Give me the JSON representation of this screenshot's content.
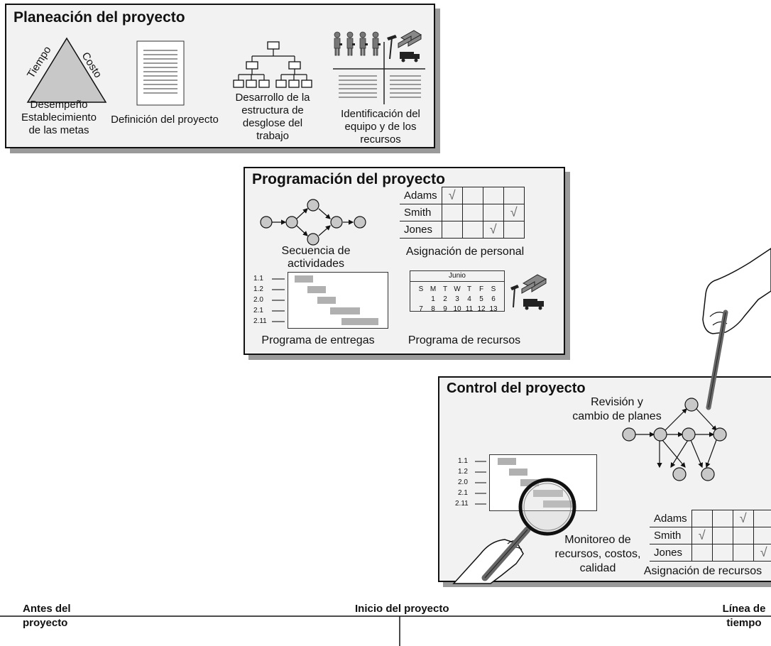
{
  "planning": {
    "title": "Planeación del proyecto",
    "triangle_left": "Tiempo",
    "triangle_right": "Costo",
    "triangle_bottom": "Desempeño",
    "goals_label_1": "Establecimiento",
    "goals_label_2": "de las metas",
    "definition_label": "Definición del proyecto",
    "wbs_label_1": "Desarrollo de la",
    "wbs_label_2": "estructura de",
    "wbs_label_3": "desglose del",
    "wbs_label_4": "trabajo",
    "team_label_1": "Identificación del",
    "team_label_2": "equipo y de los",
    "team_label_3": "recursos"
  },
  "scheduling": {
    "title": "Programación del proyecto",
    "staff_rows": [
      {
        "name": "Adams",
        "checks": [
          true,
          false,
          false,
          false
        ]
      },
      {
        "name": "Smith",
        "checks": [
          false,
          false,
          false,
          true
        ]
      },
      {
        "name": "Jones",
        "checks": [
          false,
          false,
          true,
          false
        ]
      }
    ],
    "sequence_label_1": "Secuencia de",
    "sequence_label_2": "actividades",
    "staff_label": "Asignación de personal",
    "gantt_rows": [
      "1.1",
      "1.2",
      "2.0",
      "2.1",
      "2.11"
    ],
    "delivery_label": "Programa de entregas",
    "calendar": {
      "month": "Junio",
      "days": [
        "S",
        "M",
        "T",
        "W",
        "T",
        "F",
        "S"
      ],
      "week1": [
        "",
        "1",
        "2",
        "3",
        "4",
        "5",
        "6"
      ],
      "week2": [
        "7",
        "8",
        "9",
        "10",
        "11",
        "12",
        "13"
      ]
    },
    "resources_label": "Programa de recursos"
  },
  "control": {
    "title": "Control del proyecto",
    "revision_label_1": "Revisión y",
    "revision_label_2": "cambio de planes",
    "gantt_rows": [
      "1.1",
      "1.2",
      "2.0",
      "2.1",
      "2.11"
    ],
    "monitor_label_1": "Monitoreo de",
    "monitor_label_2": "recursos, costos,",
    "monitor_label_3": "calidad",
    "resource_rows": [
      {
        "name": "Adams",
        "checks": [
          false,
          false,
          true,
          false
        ]
      },
      {
        "name": "Smith",
        "checks": [
          true,
          false,
          false,
          false
        ]
      },
      {
        "name": "Jones",
        "checks": [
          false,
          false,
          false,
          true
        ]
      }
    ],
    "resource_label": "Asignación de recursos"
  },
  "timeline": {
    "before_label_1": "Antes del",
    "before_label_2": "proyecto",
    "start_label": "Inicio del proyecto",
    "axis_label_1": "Línea de",
    "axis_label_2": "tiempo"
  },
  "colors": {
    "panel_fill": "#f2f2f2",
    "shadow": "#9a9a9a",
    "bar": "#b0b0b0"
  }
}
